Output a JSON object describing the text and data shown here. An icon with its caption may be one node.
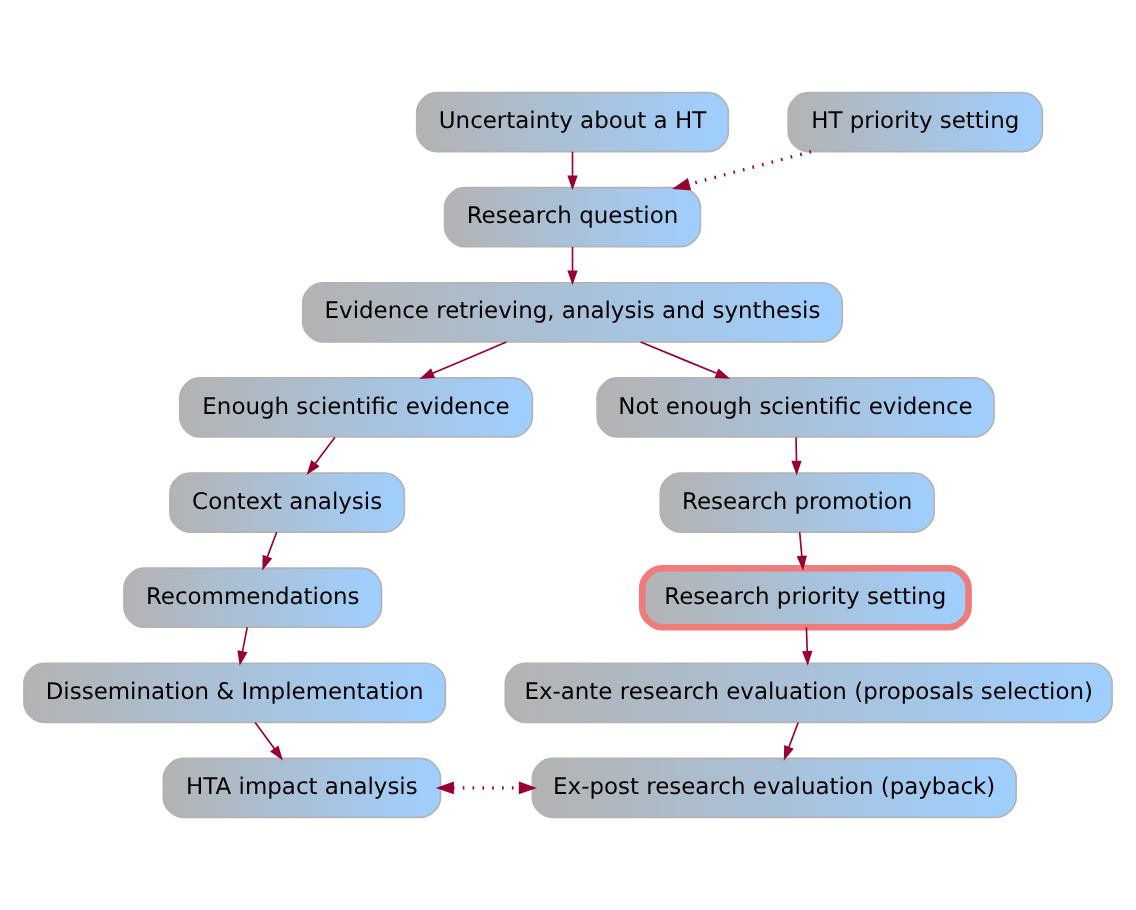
{
  "diagram": {
    "nodes": [
      {
        "text": [
          "Uncertainty about a HT"
        ]
      },
      {
        "text": [
          "HT priority setting"
        ]
      },
      {
        "text": [
          "Research question"
        ]
      },
      {
        "text": [
          "Evidence retrieving, analysis and synthesis"
        ]
      },
      {
        "text": [
          "Enough scientific evidence"
        ]
      },
      {
        "text": [
          "Not enough scientific evidence"
        ]
      },
      {
        "text": [
          "Context analysis"
        ]
      },
      {
        "text": [
          "Research promotion"
        ]
      },
      {
        "text": [
          "Research priority setting"
        ]
      },
      {
        "text": [
          "Recommendations"
        ]
      },
      {
        "text": [
          "Ex-ante research evaluation (proposals selection)"
        ]
      },
      {
        "text": [
          "Dissemination & Implementation"
        ]
      },
      {
        "text": [
          "Ex-post research evaluation (payback)"
        ]
      },
      {
        "text": [
          "HTA impact analysis"
        ]
      }
    ],
    "edges": [
      {
        "from": 0,
        "to": 2,
        "arrow": "to"
      },
      {
        "from": 1,
        "to": 2,
        "arrow": "to",
        "style": "dashed"
      },
      {
        "from": 2,
        "to": 3,
        "arrow": "to"
      },
      {
        "from": 3,
        "to": 4,
        "arrow": "to"
      },
      {
        "from": 3,
        "to": 5,
        "arrow": "to"
      },
      {
        "from": 4,
        "to": 6,
        "arrow": "to"
      },
      {
        "from": 6,
        "to": 9,
        "arrow": "to"
      },
      {
        "from": 9,
        "to": 11,
        "arrow": "to"
      },
      {
        "from": 11,
        "to": 13,
        "arrow": "to"
      },
      {
        "from": 5,
        "to": 7,
        "arrow": "to"
      },
      {
        "from": 7,
        "to": 8,
        "arrow": "to"
      },
      {
        "from": 8,
        "to": 10,
        "arrow": "to"
      },
      {
        "from": 10,
        "to": 12,
        "arrow": "to"
      },
      {
        "from": 13,
        "to": 12,
        "arrow": "both",
        "style": "dashed"
      }
    ]
  }
}
